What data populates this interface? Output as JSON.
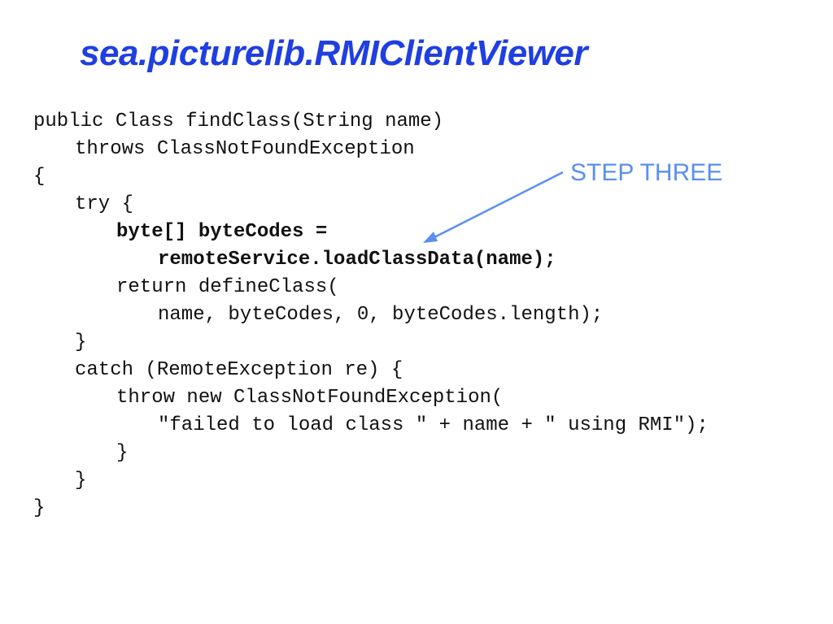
{
  "slide": {
    "title": "sea.picturelib.RMIClientViewer",
    "annotation": "STEP THREE",
    "accent_color": "#1f3fe0",
    "annotation_color": "#5b8ff0",
    "code_lines": [
      "public Class findClass(String name)",
      "throws ClassNotFoundException",
      "{",
      "try {",
      "byte[] byteCodes =",
      "remoteService.loadClassData(name);",
      "return defineClass(",
      "name, byteCodes, 0, byteCodes.length);",
      "}",
      "catch (RemoteException re) {",
      "throw new ClassNotFoundException(",
      "\"failed to load class \" + name + \" using RMI\");",
      "}",
      "}",
      "}"
    ]
  }
}
